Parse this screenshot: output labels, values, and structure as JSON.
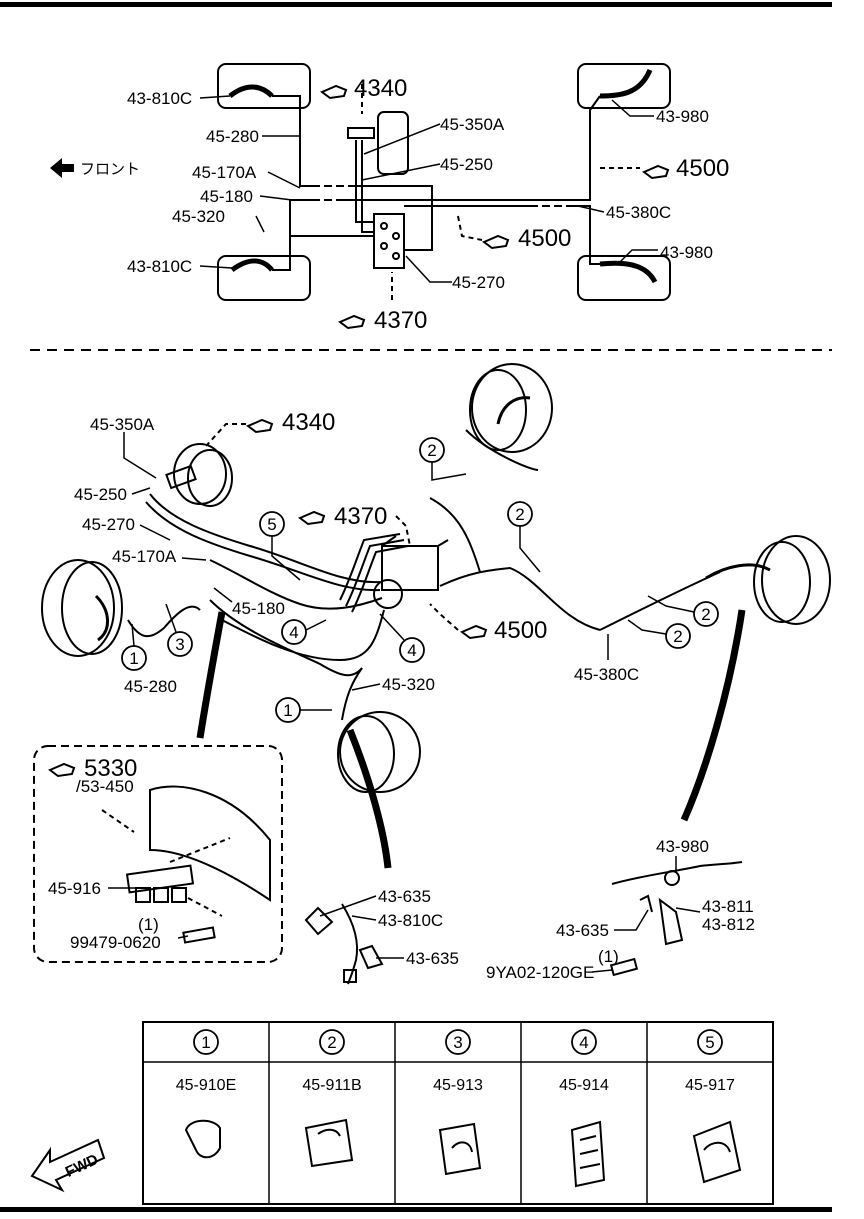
{
  "top": {
    "front_label": "フロント",
    "refs": {
      "r4340": "4340",
      "r4500a": "4500",
      "r4500b": "4500",
      "r4370": "4370"
    },
    "labels": {
      "l_43810c_top": "43-810C",
      "l_45280": "45-280",
      "l_45350a": "45-350A",
      "l_45250": "45-250",
      "l_45170a": "45-170A",
      "l_45180": "45-180",
      "l_45320": "45-320",
      "l_43810c_bot": "43-810C",
      "l_45270": "45-270",
      "l_43980_top": "43-980",
      "l_45380c": "45-380C",
      "l_43980_bot": "43-980"
    }
  },
  "bottom": {
    "refs": {
      "r4340": "4340",
      "r4370": "4370",
      "r4500": "4500",
      "r5330": "5330"
    },
    "labels": {
      "b_45350a": "45-350A",
      "b_45250": "45-250",
      "b_45270": "45-270",
      "b_45170a": "45-170A",
      "b_45180": "45-180",
      "b_45280": "45-280",
      "b_45320": "45-320",
      "b_45380c": "45-380C",
      "b_53450": "/53-450",
      "b_45916": "45-916",
      "b_1": "(1)",
      "b_99479": "99479-0620",
      "b_43635a": "43-635",
      "b_43810c": "43-810C",
      "b_43635b": "43-635",
      "b_43980": "43-980",
      "b_43811": "43-811",
      "b_43812": "43-812",
      "b_43635c": "43-635",
      "b_1b": "(1)",
      "b_9ya02": "9YA02-120GE"
    },
    "circles": {
      "c1": "1",
      "c2": "2",
      "c3": "3",
      "c4": "4",
      "c5": "5",
      "c6": "2",
      "c7": "2",
      "c8": "4",
      "c9": "4",
      "c10": "1",
      "c11": "2",
      "c12": "2",
      "c13": "1"
    }
  },
  "table": {
    "columns": [
      {
        "num": "1",
        "part": "45-910E"
      },
      {
        "num": "2",
        "part": "45-911B"
      },
      {
        "num": "3",
        "part": "45-913"
      },
      {
        "num": "4",
        "part": "45-914"
      },
      {
        "num": "5",
        "part": "45-917"
      }
    ]
  },
  "fwd_label": "FWD"
}
